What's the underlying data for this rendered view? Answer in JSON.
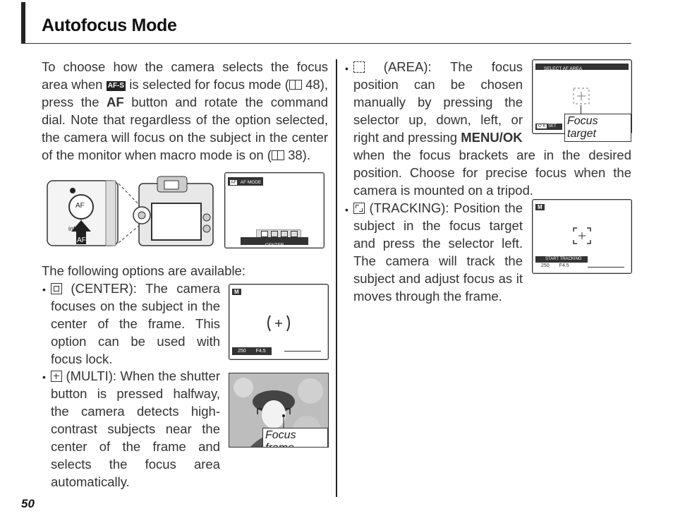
{
  "page": {
    "title": "Autofocus Mode",
    "page_number": "50"
  },
  "intro": {
    "part1": "To choose how the camera selects the focus area when",
    "afs_icon": "AF-S",
    "part2": "is selected for focus mode (",
    "ref1": "48), press the",
    "af_word": "AF",
    "part3": "button and rotate the command dial.  Note that regardless of the option selected, the camera will focus on the subject in the center of the monitor when macro mode is on (",
    "ref2": "38)."
  },
  "camera_figure": {
    "af_button_label": "AF",
    "inf_label": "inf",
    "af_bottom_label": "AF"
  },
  "af_mode_screen": {
    "header_icon": "AF",
    "header": "AF MODE",
    "selected_label": "CENTER"
  },
  "options_intro": "The following options are available:",
  "center_option": {
    "text": "(CENTER): The camera focuses on the subject in the center of the frame.  This option can be used with focus lock.",
    "screen_mode": "M",
    "shutter": "250",
    "aperture": "F4.5"
  },
  "multi_option": {
    "text": "(MULTI): When the shutter button is pressed halfway, the camera detects high-contrast subjects near the center of the frame and selects the focus area automatically.",
    "callout": "Focus frame"
  },
  "area_option": {
    "text_a": "(AREA): The focus position can be chosen manually by pressing the selector up, down, left, or right and pressing",
    "menu_ok": "MENU/OK",
    "text_b": "when the focus brackets are in the desired position.  Choose for precise focus when the camera is mounted on a tripod.",
    "screen_header": "SELECT AF AREA",
    "ok_label": "O K",
    "set_label": "SET",
    "callout": "Focus target"
  },
  "tracking_option": {
    "text": "(TRACKING): Position the subject in the focus target and press the selector left.  The camera will track the subject and adjust focus as it moves through the frame.",
    "screen_mode": "M",
    "start_label": "START TRACKING",
    "shutter": "250",
    "aperture": "F4.5"
  },
  "bullet_symbol": "•",
  "ref_icon": "book-icon"
}
